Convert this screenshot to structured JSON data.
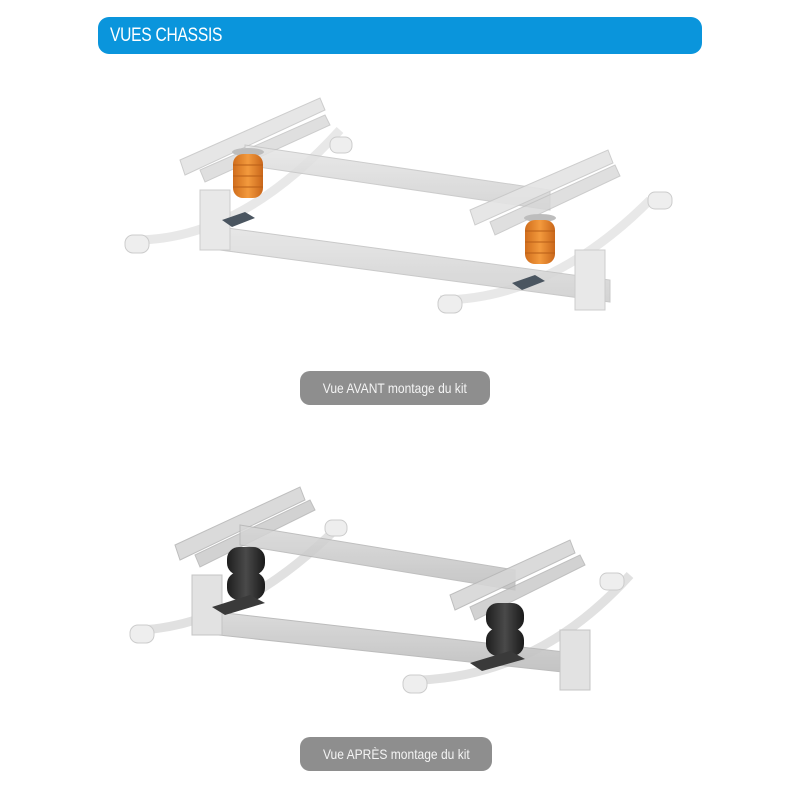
{
  "header": {
    "title": "VUES CHASSIS",
    "background_color": "#0a95dc"
  },
  "figures": [
    {
      "id": "before",
      "caption": "Vue AVANT montage du kit",
      "description": "Chassis view with orange auxiliary springs",
      "spring_color": "#e8872a"
    },
    {
      "id": "after",
      "caption": "Vue APRÈS montage du kit",
      "description": "Chassis view with black air bellows installed",
      "spring_color": "#2a2a2a"
    }
  ],
  "caption_style": {
    "background_color": "#8e8e8e",
    "text_color": "#f4f4f4"
  }
}
